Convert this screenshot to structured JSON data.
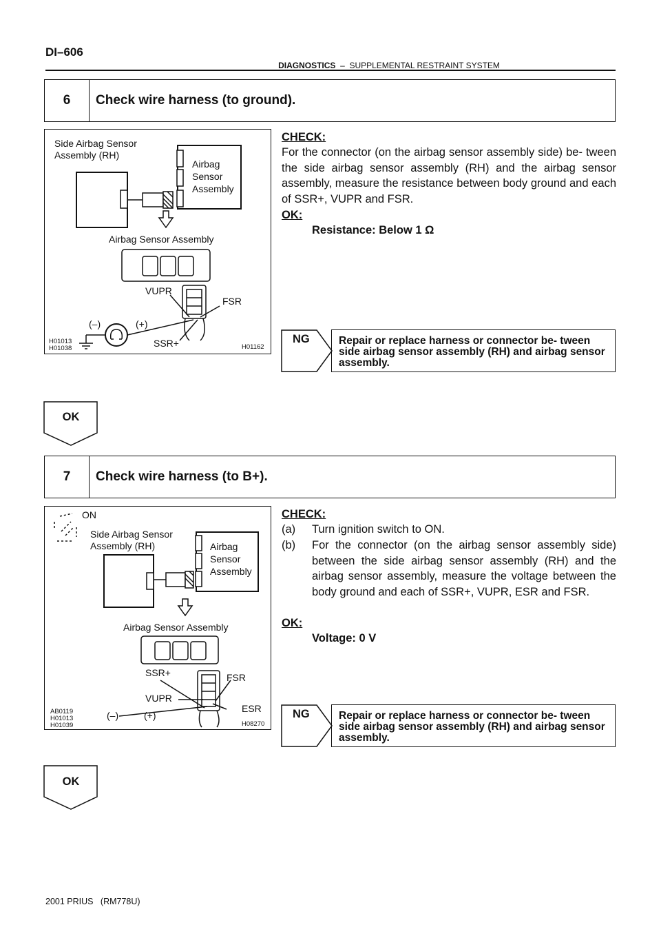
{
  "header": {
    "page_number": "DI–606",
    "section": "DIAGNOSTICS",
    "separator": "–",
    "subsection": "SUPPLEMENTAL RESTRAINT SYSTEM"
  },
  "steps": [
    {
      "number": "6",
      "title": "Check wire harness (to ground).",
      "figure": {
        "label_side_sensor_1": "Side Airbag Sensor",
        "label_side_sensor_2": "Assembly (RH)",
        "label_sensor_assy_1": "Airbag",
        "label_sensor_assy_2": "Sensor",
        "label_sensor_assy_3": "Assembly",
        "label_connector_title": "Airbag Sensor Assembly",
        "label_vupr": "VUPR",
        "label_fsr": "FSR",
        "label_minus": "(–)",
        "label_plus": "(+)",
        "label_ssr": "SSR+",
        "code_left_1": "H01013",
        "code_left_2": "H01038",
        "code_right": "H01162"
      },
      "check_heading": "CHECK:",
      "check_text": "For the connector (on the airbag sensor assembly side) be- tween the side airbag sensor assembly (RH) and the airbag sensor assembly, measure the resistance between body ground and each of SSR+, VUPR and FSR.",
      "ok_heading": "OK:",
      "ok_spec": "Resistance: Below 1 Ω",
      "ng_label": "NG",
      "ng_text": "Repair or replace harness or connector be- tween side airbag sensor assembly (RH) and airbag sensor assembly.",
      "ok_label": "OK"
    },
    {
      "number": "7",
      "title": "Check wire harness (to B+).",
      "figure": {
        "label_on": "ON",
        "label_side_sensor_1": "Side Airbag Sensor",
        "label_side_sensor_2": "Assembly (RH)",
        "label_sensor_assy_1": "Airbag",
        "label_sensor_assy_2": "Sensor",
        "label_sensor_assy_3": "Assembly",
        "label_connector_title": "Airbag Sensor Assembly",
        "label_ssr": "SSR+",
        "label_fsr": "FSR",
        "label_vupr": "VUPR",
        "label_esr": "ESR",
        "label_minus": "(–)",
        "label_plus": "(+)",
        "code_left_1": "AB0119",
        "code_left_2": "H01013",
        "code_left_3": "H01039",
        "code_right": "H08270"
      },
      "check_heading": "CHECK:",
      "check_a_marker": "(a)",
      "check_a_text": "Turn ignition switch to ON.",
      "check_b_marker": "(b)",
      "check_b_text": "For the connector (on the airbag sensor assembly side) between the side airbag sensor assembly (RH) and the airbag sensor assembly, measure the voltage between the body ground and each of SSR+, VUPR, ESR and FSR.",
      "ok_heading": "OK:",
      "ok_spec": "Voltage: 0 V",
      "ng_label": "NG",
      "ng_text": "Repair or replace harness or connector be- tween side airbag sensor assembly (RH) and airbag sensor assembly.",
      "ok_label": "OK"
    }
  ],
  "footer": {
    "model": "2001 PRIUS   (RM778U)"
  }
}
